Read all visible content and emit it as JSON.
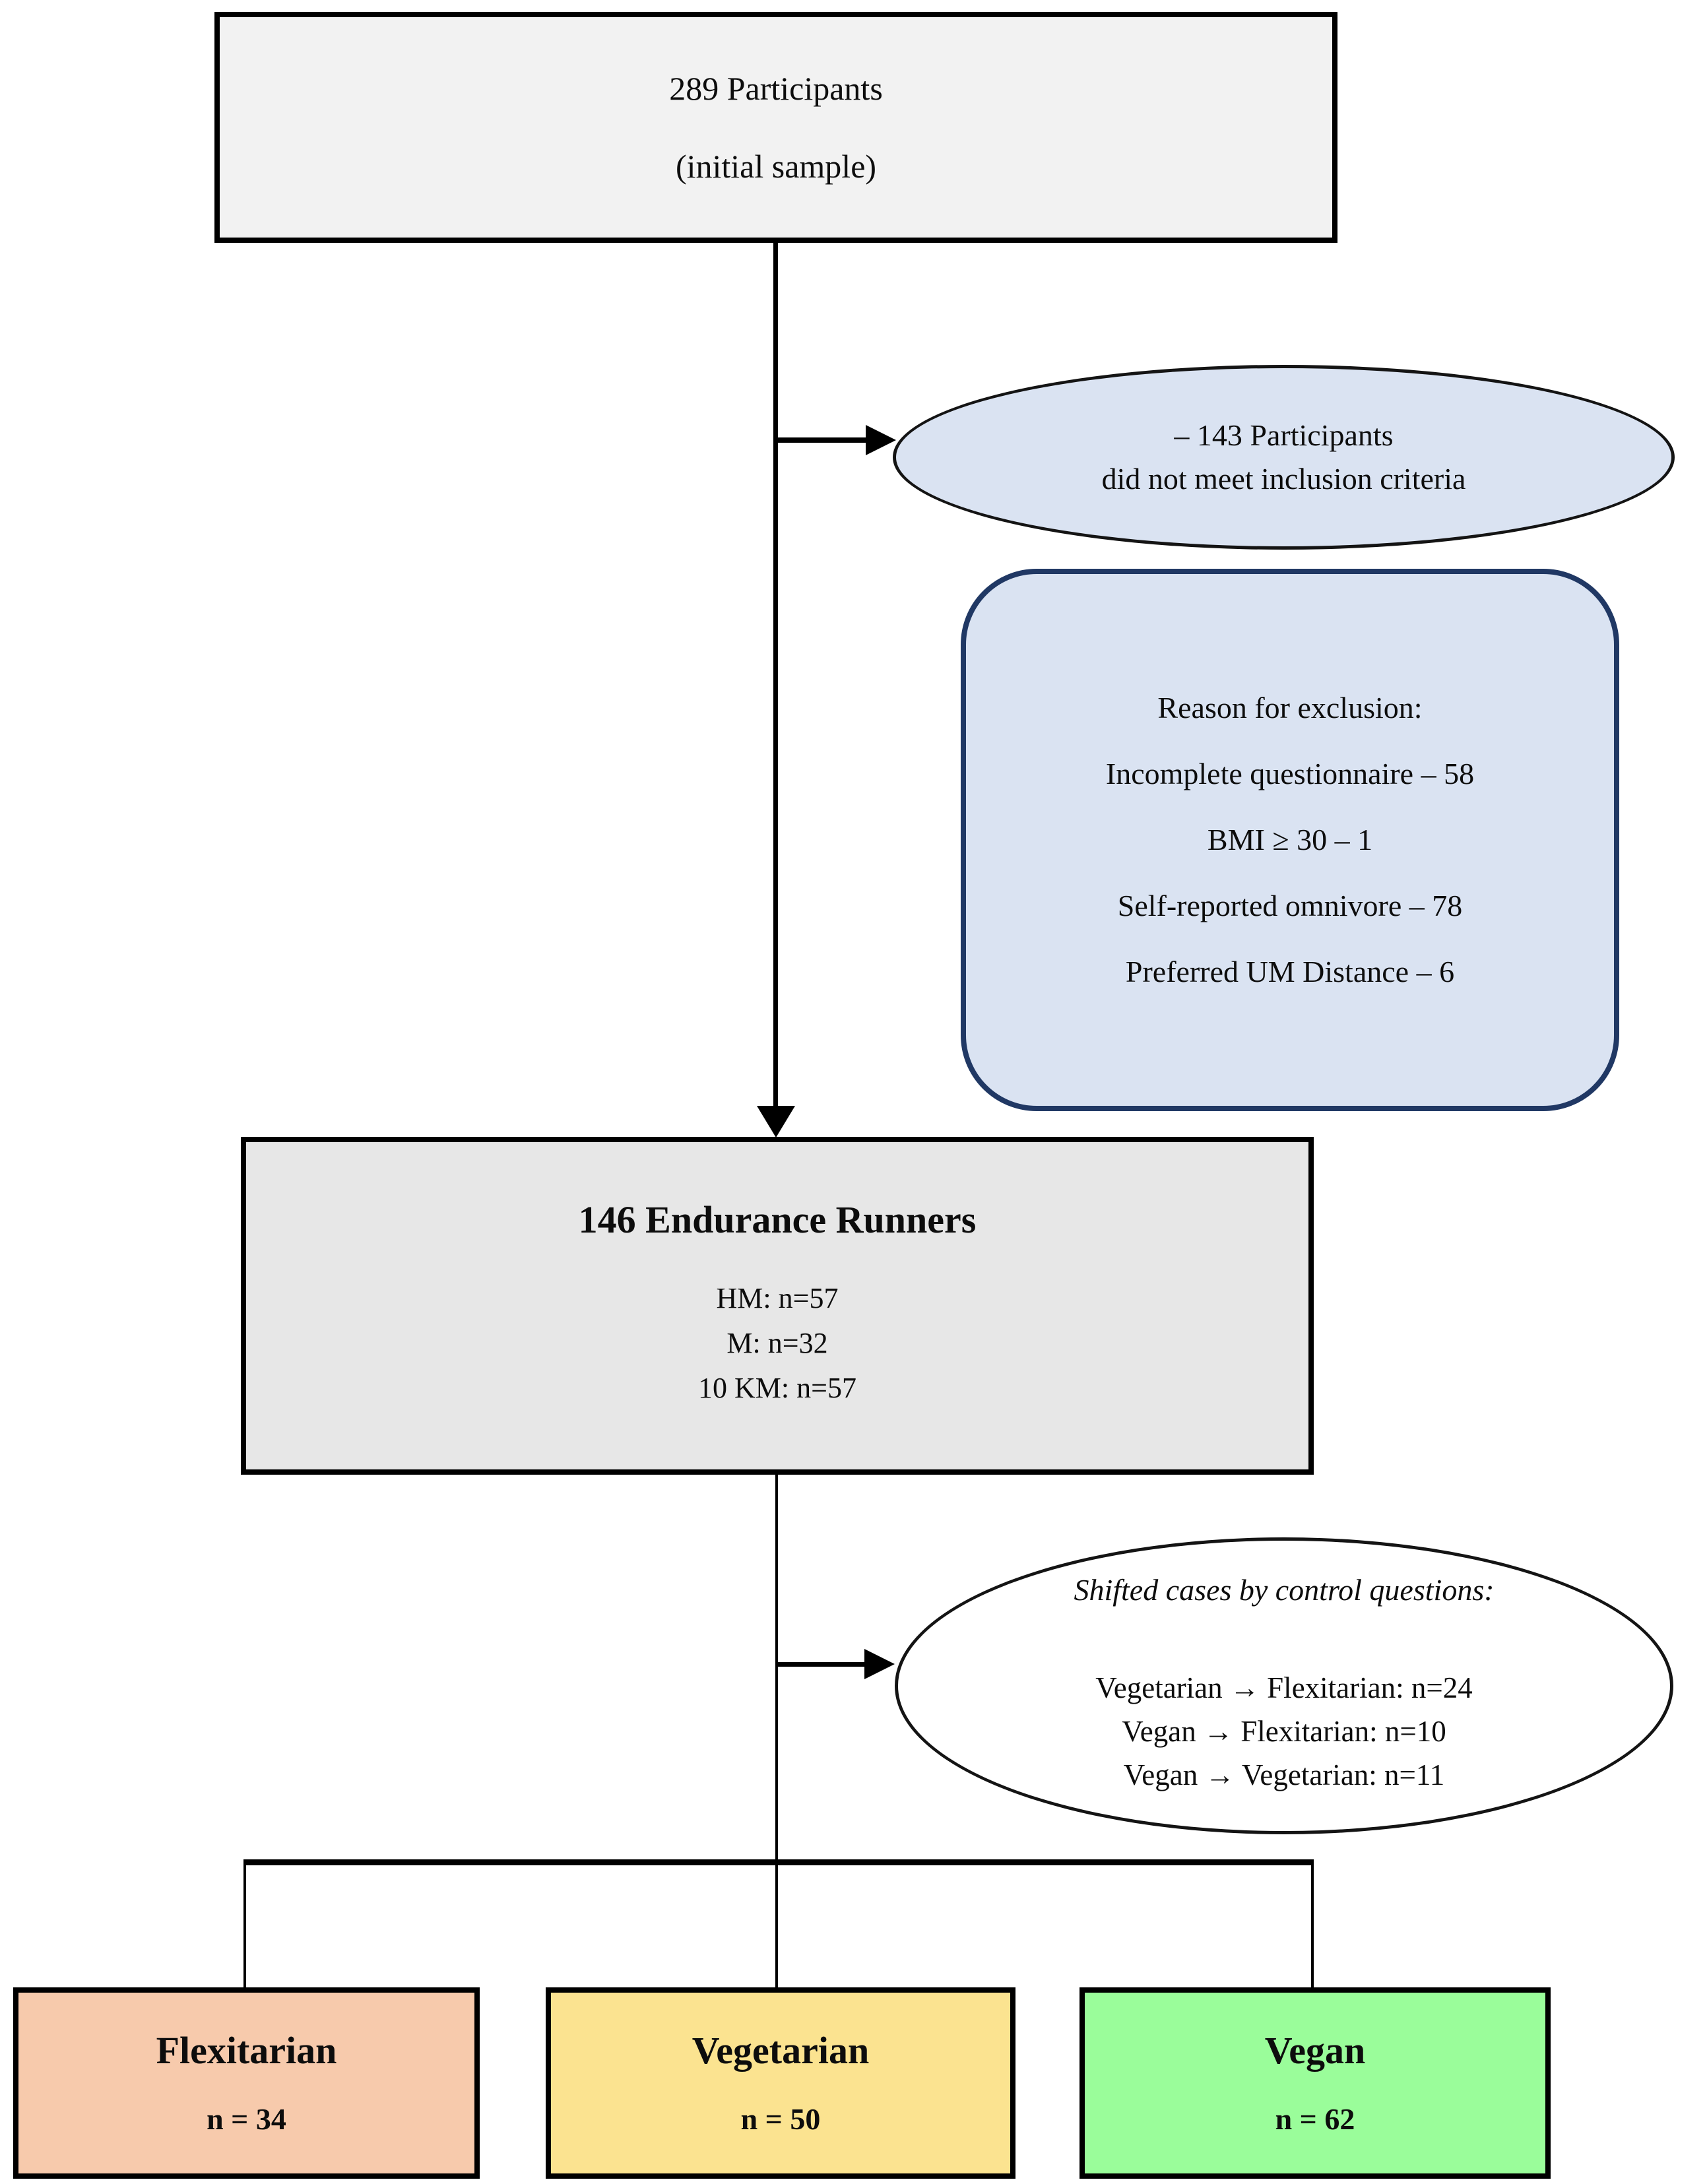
{
  "diagram": {
    "type": "participant-flow-chart",
    "nodes": {
      "initial": {
        "line1": "289 Participants",
        "line2": "(initial sample)",
        "fill": "#f2f2f2"
      },
      "excluded": {
        "line1": "– 143 Participants",
        "line2": "did not meet inclusion criteria",
        "fill": "#dae3f2"
      },
      "reasons": {
        "title": "Reason for exclusion:",
        "items": [
          "Incomplete questionnaire – 58",
          "BMI ≥ 30 – 1",
          "Self-reported omnivore – 78",
          "Preferred UM Distance – 6"
        ],
        "fill": "#dae3f2",
        "border": "#203864"
      },
      "runners": {
        "title": "146 Endurance Runners",
        "items": [
          "HM: n=57",
          "M: n=32",
          "10 KM: n=57"
        ],
        "fill": "#e7e7e7"
      },
      "shifted": {
        "title": "Shifted cases by control questions:",
        "items": [
          "Vegetarian → Flexitarian: n=24",
          "Vegan → Flexitarian: n=10",
          "Vegan → Vegetarian: n=11"
        ],
        "fill": "#ffffff"
      },
      "groups": [
        {
          "label": "Flexitarian",
          "count": "n = 34",
          "fill": "#f7caac"
        },
        {
          "label": "Vegetarian",
          "count": "n = 50",
          "fill": "#fbe390"
        },
        {
          "label": "Vegan",
          "count": "n = 62",
          "fill": "#9afd9a"
        }
      ]
    },
    "line_color": "#000000"
  }
}
